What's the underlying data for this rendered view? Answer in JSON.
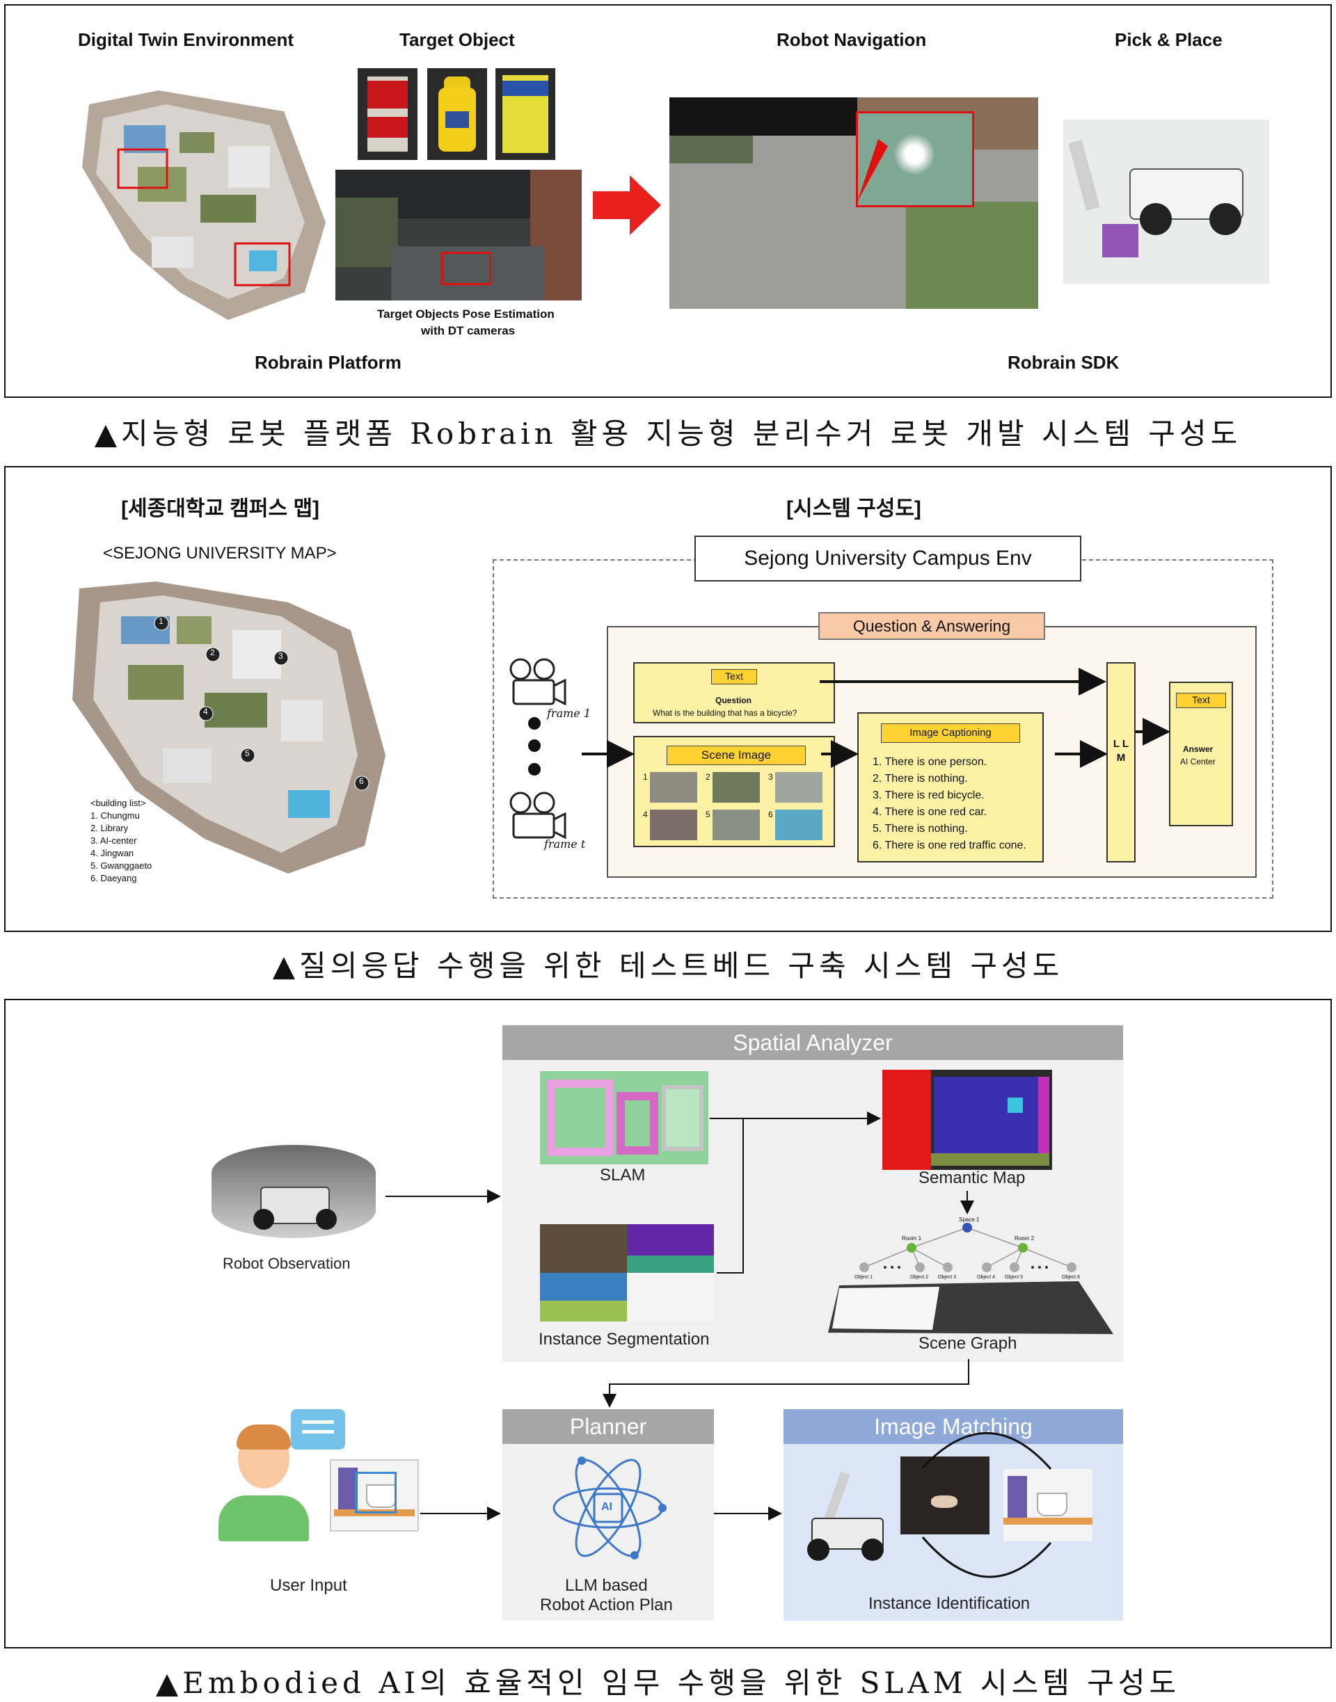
{
  "panel1": {
    "titles": {
      "digital_twin": "Digital Twin Environment",
      "target_object": "Target Object",
      "robot_navigation": "Robot Navigation",
      "pick_place": "Pick & Place",
      "robrain_platform": "Robrain Platform",
      "robrain_sdk": "Robrain SDK"
    },
    "pose_estimation_line1": "Target Objects Pose Estimation",
    "pose_estimation_line2": "with DT cameras",
    "caption": "▲지능형 로봇 플랫폼 Robrain 활용 지능형 분리수거 로봇 개발 시스템 구성도"
  },
  "panel2": {
    "map_title": "[세종대학교 캠퍼스 맵]",
    "map_subtitle": "<SEJONG UNIVERSITY MAP>",
    "system_title": "[시스템 구성도]",
    "env_label": "Sejong University Campus Env",
    "qa_label": "Question & Answering",
    "building_list_title": "<building list>",
    "buildings": [
      "1. Chungmu",
      "2. Library",
      "3. AI-center",
      "4. Jingwan",
      "5. Gwanggaeto",
      "6. Daeyang"
    ],
    "map_markers": [
      "1",
      "2",
      "3",
      "4",
      "5",
      "6"
    ],
    "frame_1": "frame 1",
    "frame_t": "frame t",
    "text_tag": "Text",
    "question_label": "Question",
    "question_text": "What is the building that has a bicycle?",
    "scene_image": "Scene Image",
    "scene_numbers": [
      "1",
      "2",
      "3",
      "4",
      "5",
      "6"
    ],
    "image_captioning": "Image Captioning",
    "captions": [
      "1. There is one person.",
      "2. There is nothing.",
      "3. There is red bicycle.",
      "4. There is one red car.",
      "5. There is nothing.",
      "6. There is one red traffic cone."
    ],
    "llm": "L L M",
    "answer_tag": "Text",
    "answer_label": "Answer",
    "answer_text": "AI Center",
    "caption": "▲질의응답 수행을 위한 테스트베드 구축 시스템 구성도"
  },
  "panel3": {
    "spatial_analyzer": "Spatial Analyzer",
    "slam": "SLAM",
    "semantic_map": "Semantic Map",
    "instance_segmentation": "Instance Segmentation",
    "scene_graph": "Scene Graph",
    "robot_observation": "Robot Observation",
    "planner": "Planner",
    "llm_line1": "LLM based",
    "llm_line2": "Robot Action Plan",
    "ai_chip": "AI",
    "image_matching": "Image Matching",
    "instance_identification": "Instance Identification",
    "user_input": "User Input",
    "graph_root": "Space 1",
    "graph_rooms": [
      "Room 1",
      "Room 2"
    ],
    "graph_objects": [
      "Object 1",
      "Object 2",
      "Object 3",
      "Object 4",
      "Object 5",
      "Object 6"
    ],
    "caption": "▲Embodied AI의 효율적인 임무 수행을 위한 SLAM 시스템 구성도"
  }
}
